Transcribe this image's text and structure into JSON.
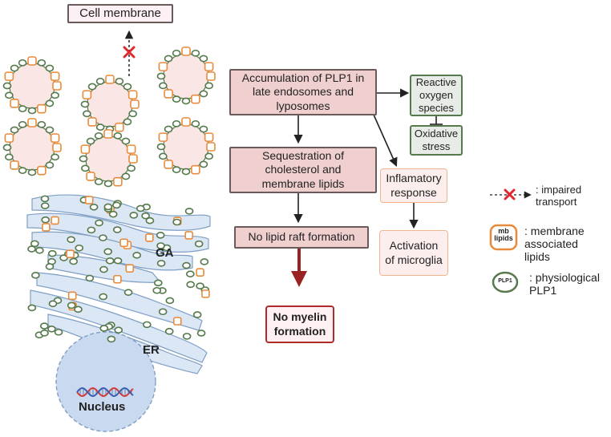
{
  "cell_membrane": "Cell membrane",
  "flow": {
    "accumulation": "Accumulation of PLP1 in late endosomes and lyposomes",
    "ros": "Reactive oxygen species",
    "oxidative": "Oxidative stress",
    "sequestration": "Sequestration of cholesterol and membrane lipids",
    "inflammatory": "Inflamatory response",
    "no_raft": "No lipid raft formation",
    "microglia": "Activation of microglia",
    "no_myelin": "No myelin formation"
  },
  "organelles": {
    "ga": "GA",
    "er": "ER",
    "nucleus": "Nucleus"
  },
  "badges": {
    "mb": "mb",
    "mb_lipids": "lipids",
    "plp1": "PLP1"
  },
  "legend": {
    "impaired": ": impaired transport",
    "membrane_lipids": ": membrane associated lipids",
    "physiological": ": physiological PLP1"
  },
  "colors": {
    "dark_box": "#f0cfcf",
    "light_box": "#fdeeee",
    "green_box": "#e8ece6",
    "myelin_border": "#b02a2a",
    "plp1_green": "#567a4c",
    "lipid_orange": "#e88a3a",
    "organelle_blue": "#dbe7f5"
  }
}
